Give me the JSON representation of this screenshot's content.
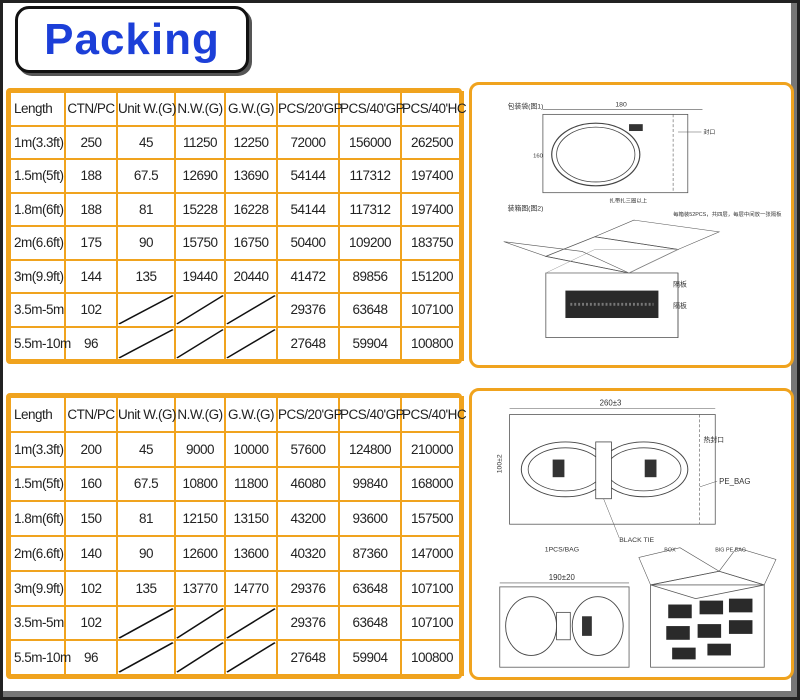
{
  "title": "Packing",
  "headers": [
    "Length",
    "CTN/PC",
    "Unit W.(G)",
    "N.W.(G)",
    "G.W.(G)",
    "PCS/20'GP",
    "PCS/40'GP",
    "PCS/40'HC"
  ],
  "table1": [
    [
      "1m(3.3ft)",
      "250",
      "45",
      "11250",
      "12250",
      "72000",
      "156000",
      "262500"
    ],
    [
      "1.5m(5ft)",
      "188",
      "67.5",
      "12690",
      "13690",
      "54144",
      "117312",
      "197400"
    ],
    [
      "1.8m(6ft)",
      "188",
      "81",
      "15228",
      "16228",
      "54144",
      "117312",
      "197400"
    ],
    [
      "2m(6.6ft)",
      "175",
      "90",
      "15750",
      "16750",
      "50400",
      "109200",
      "183750"
    ],
    [
      "3m(9.9ft)",
      "144",
      "135",
      "19440",
      "20440",
      "41472",
      "89856",
      "151200"
    ],
    [
      "3.5m-5m",
      "102",
      "",
      "",
      "",
      "29376",
      "63648",
      "107100"
    ],
    [
      "5.5m-10m",
      "96",
      "",
      "",
      "",
      "27648",
      "59904",
      "100800"
    ]
  ],
  "table2": [
    [
      "1m(3.3ft)",
      "200",
      "45",
      "9000",
      "10000",
      "57600",
      "124800",
      "210000"
    ],
    [
      "1.5m(5ft)",
      "160",
      "67.5",
      "10800",
      "11800",
      "46080",
      "99840",
      "168000"
    ],
    [
      "1.8m(6ft)",
      "150",
      "81",
      "12150",
      "13150",
      "43200",
      "93600",
      "157500"
    ],
    [
      "2m(6.6ft)",
      "140",
      "90",
      "12600",
      "13600",
      "40320",
      "87360",
      "147000"
    ],
    [
      "3m(9.9ft)",
      "102",
      "135",
      "13770",
      "14770",
      "29376",
      "63648",
      "107100"
    ],
    [
      "3.5m-5m",
      "102",
      "",
      "",
      "",
      "29376",
      "63648",
      "107100"
    ],
    [
      "5.5m-10m",
      "96",
      "",
      "",
      "",
      "27648",
      "59904",
      "100800"
    ]
  ],
  "diagram1": {
    "bag_label": "包装袋(图1)",
    "width_dim": "180",
    "height_dim": "160",
    "seal_label": "封口",
    "box_label": "装箱图(图2)",
    "note": "每箱装52PCS，共四层，每层中间放一张隔板",
    "bag_note": "扎带扎三圈以上",
    "divider1": "隔板",
    "divider2": "隔板"
  },
  "diagram2": {
    "width_dim": "260±3",
    "height_dim": "100±2",
    "seal_label": "热封口",
    "pe_bag": "PE_BAG",
    "black_tie": "BLACK TIE",
    "per_bag": "1PCS/BAG",
    "width_dim2": "190±20",
    "box": "BOX",
    "big_pe_bag": "BIG PE BAG"
  }
}
